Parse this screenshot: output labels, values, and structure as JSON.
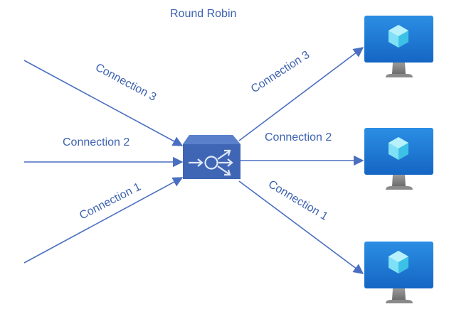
{
  "title": "Round Robin",
  "incoming": [
    {
      "label": "Connection 3"
    },
    {
      "label": "Connection 2"
    },
    {
      "label": "Connection 1"
    }
  ],
  "outgoing": [
    {
      "label": "Connection 3"
    },
    {
      "label": "Connection 2"
    },
    {
      "label": "Connection 1"
    }
  ],
  "colors": {
    "line": "#4a6fc1",
    "text": "#3d63b0",
    "balancer": "#3f66b5",
    "monitor": "#1f7ed6",
    "cube": "#5fd3f0"
  },
  "icons": {
    "balancer": "load-balancer-icon",
    "server": "virtual-machine-monitor-icon"
  }
}
